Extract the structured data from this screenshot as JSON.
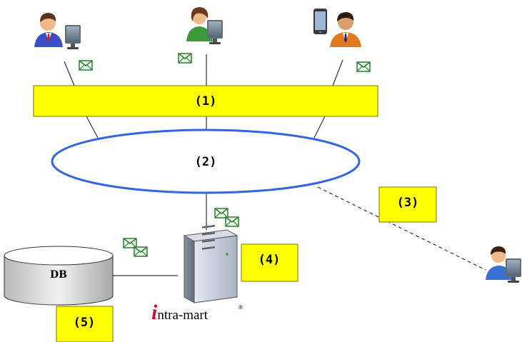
{
  "labels": {
    "box1": "(1)",
    "ellipse2": "(2)",
    "box3": "(3)",
    "box4": "(4)",
    "box5": "(5)"
  },
  "database": {
    "label": "DB"
  },
  "brand": {
    "initial": "i",
    "rest": "ntra-mart",
    "mark": "®"
  },
  "colors": {
    "label_box_fill": "#ffff00",
    "network_ellipse": "#3366dd",
    "envelope": "#2e7d32"
  }
}
